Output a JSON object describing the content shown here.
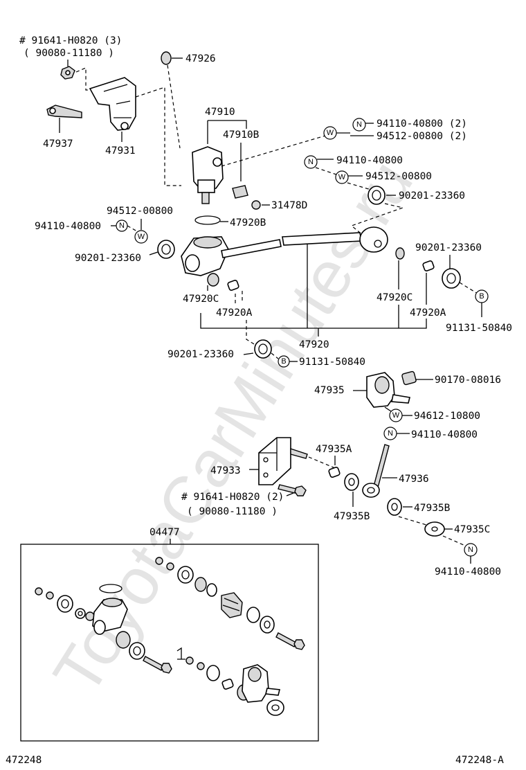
{
  "watermark": "ToyotaCarMinutes.ru",
  "figure_codes": {
    "left": "472248",
    "right": "472248-A"
  },
  "callouts": {
    "bolt_top": "# 91641-H0820 (3)",
    "bolt_top_alt": "( 90080-11180 )",
    "cap_47926": "47926",
    "valve": "47910",
    "valve_b": "47910B",
    "nut_n_2": "94110-40800 (2)",
    "washer_w_2": "94512-00800 (2)",
    "bracket_47937": "47937",
    "bracket_47931": "47931",
    "nut_n_mid": "94110-40800",
    "washer_w_mid": "94512-00800",
    "gasket_mid": "90201-23360",
    "fitting_31478d": "31478D",
    "washer_left": "94512-00800",
    "nut_left": "94110-40800",
    "oring_47920b": "47920B",
    "gasket_left": "90201-23360",
    "gasket_right": "90201-23360",
    "collar_47920c_r": "47920C",
    "bushing_47920a_r": "47920A",
    "bolt_b_right": "91131-50840",
    "collar_47920c_l": "47920C",
    "bushing_47920a_l": "47920A",
    "assembly_47920": "47920",
    "gasket_lower": "90201-23360",
    "bolt_b_lower": "91131-50840",
    "lever_47935": "47935",
    "nut_90170": "90170-08016",
    "washer_94612": "94612-10800",
    "nut_n_lever": "94110-40800",
    "bracket_47933": "47933",
    "bushing_47935a": "47935A",
    "rod_47936": "47936",
    "bolt_mid": "# 91641-H0820 (2)",
    "bolt_mid_alt": "( 90080-11180 )",
    "bushing_47935b_l": "47935B",
    "bushing_47935b_r": "47935B",
    "washer_47935c": "47935C",
    "nut_n_bottom": "94110-40800",
    "kit_04477": "04477"
  },
  "symbols": {
    "nut": "N",
    "washer": "W",
    "bolt": "B"
  }
}
